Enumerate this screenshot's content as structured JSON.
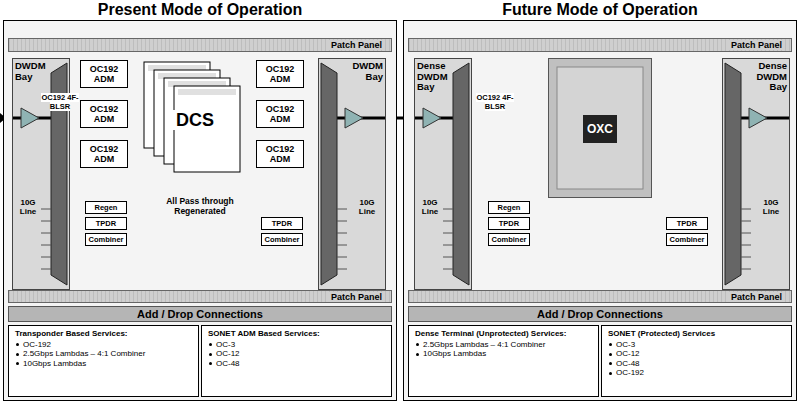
{
  "diagram": {
    "nodes": [
      {
        "text": [
          "Present Mode of Operation"
        ]
      },
      {
        "text": [
          "Patch Panel"
        ],
        "in": 0
      },
      {
        "text": [
          "DWDM Bay"
        ],
        "in": 0
      },
      {
        "text": [
          "OC192 ADM"
        ],
        "in": 0
      },
      {
        "text": [
          "OC192 ADM"
        ],
        "in": 0
      },
      {
        "text": [
          "OC192 ADM"
        ],
        "in": 0
      },
      {
        "text": [
          "DCS"
        ],
        "in": 0
      },
      {
        "text": [
          "OC192 ADM"
        ],
        "in": 0
      },
      {
        "text": [
          "OC192 ADM"
        ],
        "in": 0
      },
      {
        "text": [
          "OC192 ADM"
        ],
        "in": 0
      },
      {
        "text": [
          "DWDM Bay"
        ],
        "in": 0
      },
      {
        "text": [
          "Regen"
        ],
        "in": 0
      },
      {
        "text": [
          "TPDR"
        ],
        "in": 0
      },
      {
        "text": [
          "Combiner"
        ],
        "in": 0
      },
      {
        "text": [
          "TPDR"
        ],
        "in": 0
      },
      {
        "text": [
          "Combiner"
        ],
        "in": 0
      },
      {
        "text": [
          "Patch Panel"
        ],
        "in": 0
      },
      {
        "text": [
          "Add / Drop Connections"
        ],
        "in": 0
      },
      {
        "text": [
          "Transponder Based Services:",
          "OC-192",
          "2.5Gbps Lambdas – 4:1 Combiner",
          "10Gbps Lambdas"
        ],
        "in": 0
      },
      {
        "text": [
          "SONET ADM Based Services:",
          "OC-3",
          "OC-12",
          "OC-48"
        ],
        "in": 0
      },
      {
        "text": [
          "Future Mode of Operation"
        ]
      },
      {
        "text": [
          "Patch Panel"
        ],
        "in": 20
      },
      {
        "text": [
          "Dense DWDM Bay"
        ],
        "in": 20
      },
      {
        "text": [
          "OXC"
        ],
        "in": 20
      },
      {
        "text": [
          "Dense DWDM Bay"
        ],
        "in": 20
      },
      {
        "text": [
          "Regen"
        ],
        "in": 20
      },
      {
        "text": [
          "TPDR"
        ],
        "in": 20
      },
      {
        "text": [
          "Combiner"
        ],
        "in": 20
      },
      {
        "text": [
          "TPDR"
        ],
        "in": 20
      },
      {
        "text": [
          "Combiner"
        ],
        "in": 20
      },
      {
        "text": [
          "Patch Panel"
        ],
        "in": 20
      },
      {
        "text": [
          "Add / Drop Connections"
        ],
        "in": 20
      },
      {
        "text": [
          "Dense Terminal (Unprotected) Services:",
          "2.5Gbps Lambdas – 4:1 Combiner",
          "10Gbps Lambdas"
        ],
        "in": 20
      },
      {
        "text": [
          "SONET (Protected) Services",
          "OC-3",
          "OC-12",
          "OC-48",
          "OC-192"
        ],
        "in": 20
      }
    ],
    "edges": [
      {
        "from": 2,
        "to": 3,
        "arrow": "none"
      },
      {
        "from": 2,
        "to": 4,
        "arrow": "none"
      },
      {
        "from": 2,
        "to": 5,
        "arrow": "none"
      },
      {
        "from": 3,
        "to": 6,
        "arrow": "none"
      },
      {
        "from": 4,
        "to": 6,
        "arrow": "none"
      },
      {
        "from": 5,
        "to": 6,
        "arrow": "none"
      },
      {
        "from": 6,
        "to": 7,
        "arrow": "none"
      },
      {
        "from": 6,
        "to": 8,
        "arrow": "none"
      },
      {
        "from": 6,
        "to": 9,
        "arrow": "none"
      },
      {
        "from": 7,
        "to": 10,
        "arrow": "none"
      },
      {
        "from": 8,
        "to": 10,
        "arrow": "none"
      },
      {
        "from": 9,
        "to": 10,
        "arrow": "none"
      },
      {
        "from": 6,
        "to": 1,
        "arrow": "none"
      },
      {
        "from": 11,
        "to": 2,
        "arrow": "none"
      },
      {
        "from": 12,
        "to": 2,
        "arrow": "none"
      },
      {
        "from": 13,
        "to": 2,
        "arrow": "none"
      },
      {
        "from": 14,
        "to": 10,
        "arrow": "none"
      },
      {
        "from": 15,
        "to": 10,
        "arrow": "none"
      },
      {
        "from": 13,
        "to": 16,
        "arrow": "none"
      },
      {
        "from": 15,
        "to": 16,
        "arrow": "none"
      },
      {
        "from": 10,
        "to": 22,
        "arrow": "none"
      },
      {
        "from": 22,
        "to": 23,
        "arrow": "none"
      },
      {
        "from": 23,
        "to": 24,
        "arrow": "none"
      },
      {
        "from": 23,
        "to": 21,
        "arrow": "none"
      },
      {
        "from": 25,
        "to": 22,
        "arrow": "none"
      },
      {
        "from": 26,
        "to": 22,
        "arrow": "none"
      },
      {
        "from": 27,
        "to": 22,
        "arrow": "none"
      },
      {
        "from": 28,
        "to": 24,
        "arrow": "none"
      },
      {
        "from": 29,
        "to": 24,
        "arrow": "none"
      },
      {
        "from": 27,
        "to": 30,
        "arrow": "none"
      },
      {
        "from": 29,
        "to": 30,
        "arrow": "none"
      }
    ],
    "labels": [
      "OC192 4F-BLSR",
      "10G Line",
      "10G Line",
      "All Pass through Regenerated",
      "OC192 4F-BLSR",
      "10G Line",
      "10G Line"
    ]
  }
}
